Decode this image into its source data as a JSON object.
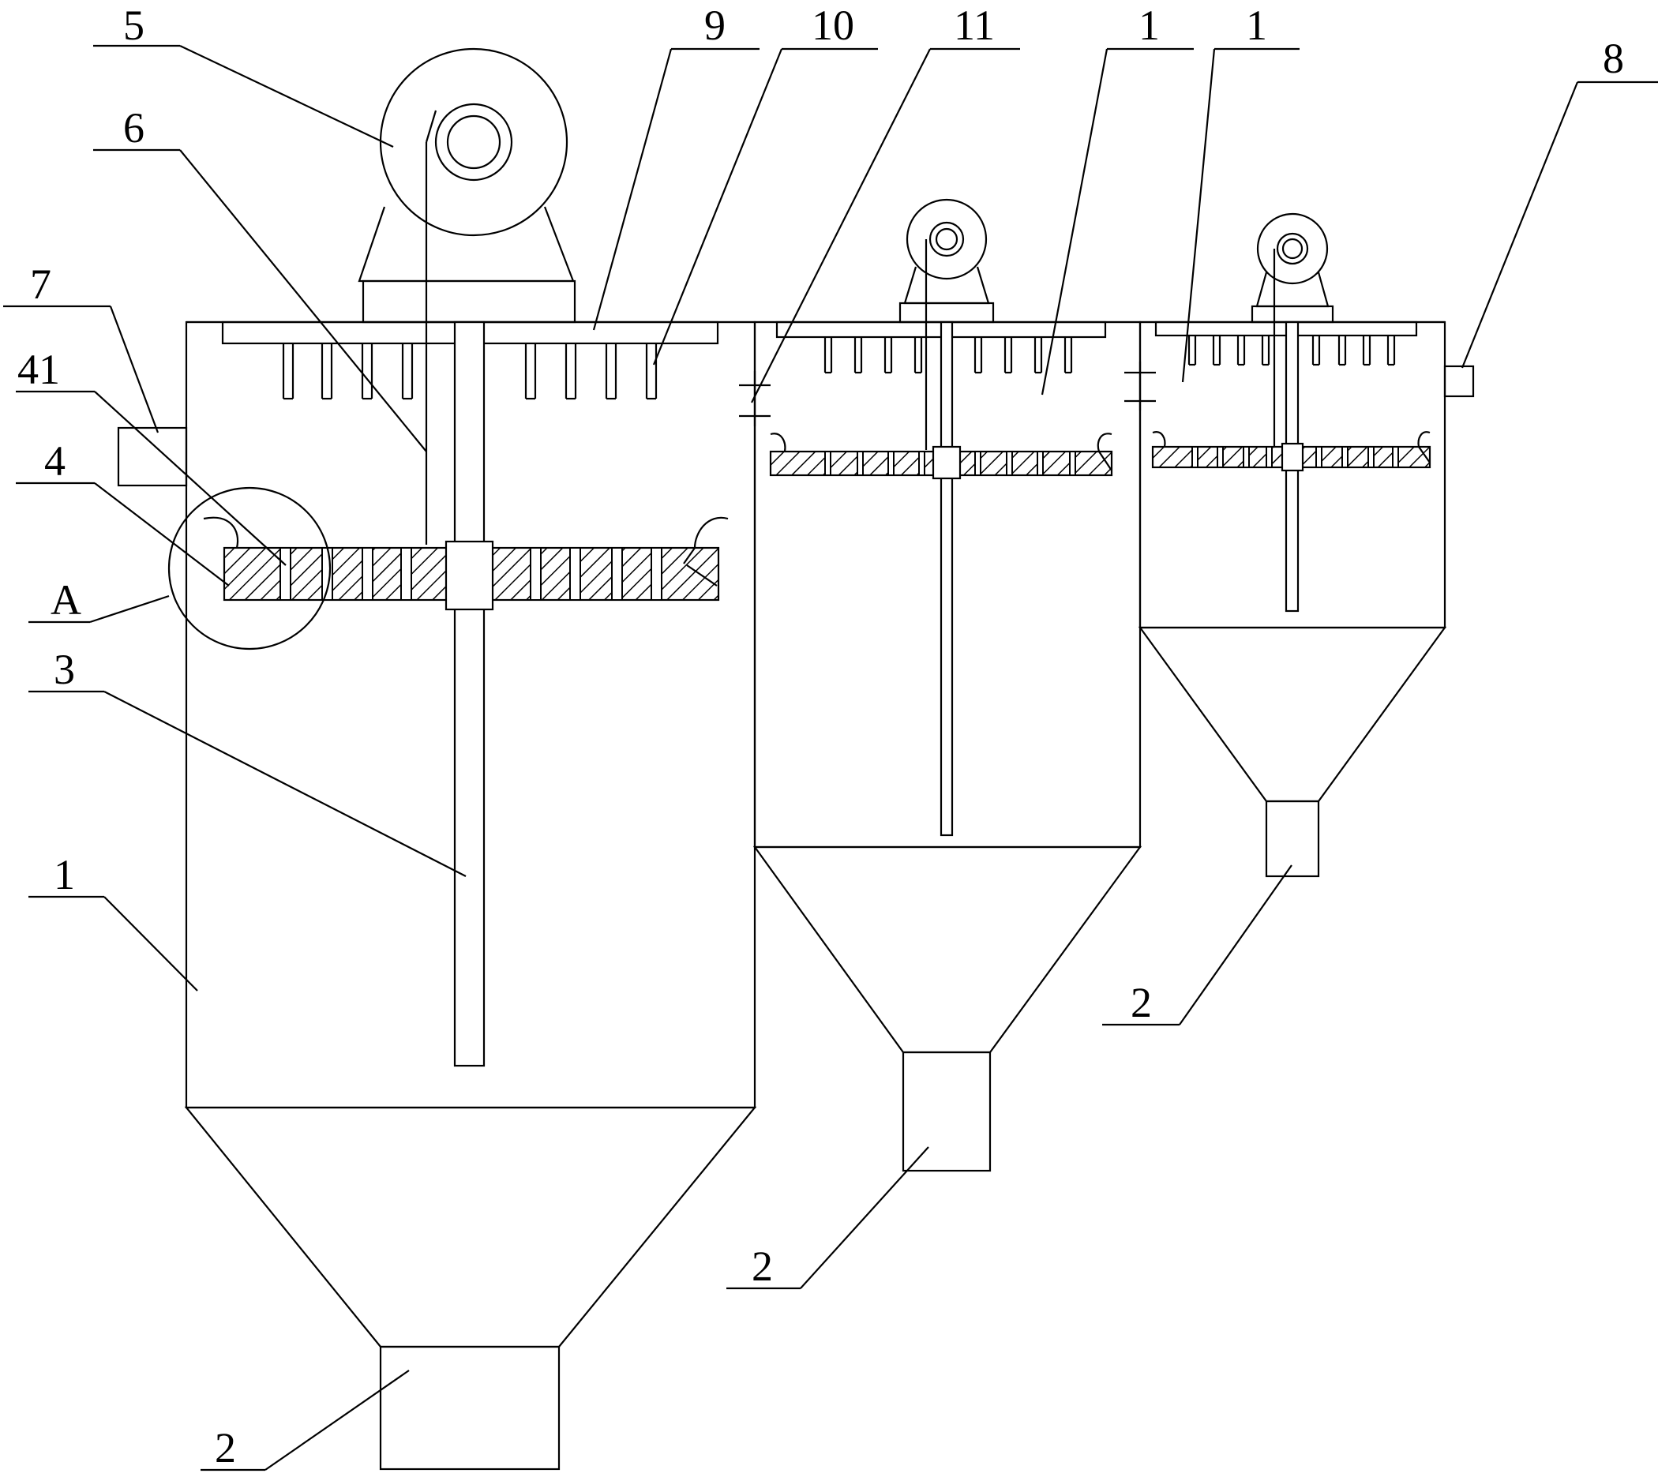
{
  "labels": {
    "l5": "5",
    "l6": "6",
    "l7": "7",
    "l41": "41",
    "l4": "4",
    "lA": "A",
    "l3": "3",
    "l1_left": "1",
    "l9": "9",
    "l10": "10",
    "l11": "11",
    "l1_mid": "1",
    "l1_right": "1",
    "l8": "8",
    "l2_bottom": "2",
    "l2_mid": "2",
    "l2_right": "2"
  }
}
